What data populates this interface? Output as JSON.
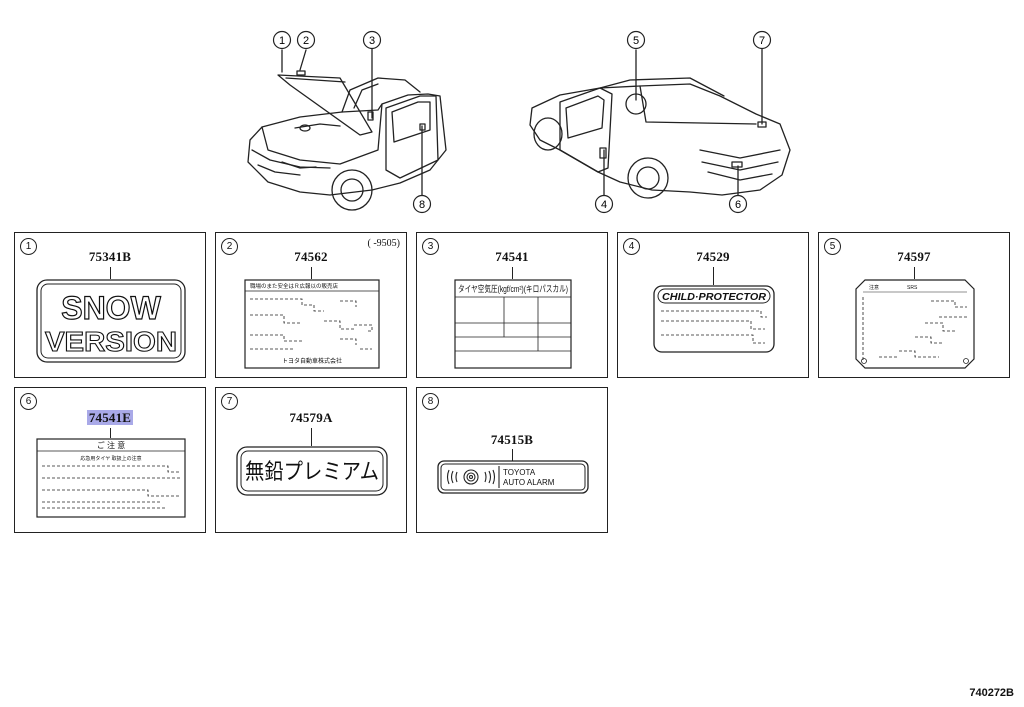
{
  "diagram_id": "740272B",
  "callouts": [
    "1",
    "2",
    "3",
    "4",
    "5",
    "6",
    "7",
    "8"
  ],
  "panels": [
    {
      "num": "1",
      "code": "75341B",
      "lines": [
        "SNOW",
        "VERSION"
      ],
      "note": ""
    },
    {
      "num": "2",
      "code": "74562",
      "note": "(   -9505)",
      "header": "職場のまた安全はＲ広報以の販売店",
      "footer": "トヨタ自動車株式会社"
    },
    {
      "num": "3",
      "code": "74541",
      "header": "タイヤ空気圧(kgf/cm²)(キロパスカル)"
    },
    {
      "num": "4",
      "code": "74529",
      "header": "CHILD·PROTECTOR"
    },
    {
      "num": "5",
      "code": "74597",
      "header": "注意",
      "sub": "SRS"
    },
    {
      "num": "6",
      "code": "74541E",
      "header": "ご 注 意",
      "sub": "応急用タイヤ 取扱上の注意"
    },
    {
      "num": "7",
      "code": "74579A",
      "header": "無鉛プレミアム"
    },
    {
      "num": "8",
      "code": "74515B",
      "header": "TOYOTA",
      "sub": "AUTO ALARM"
    }
  ]
}
